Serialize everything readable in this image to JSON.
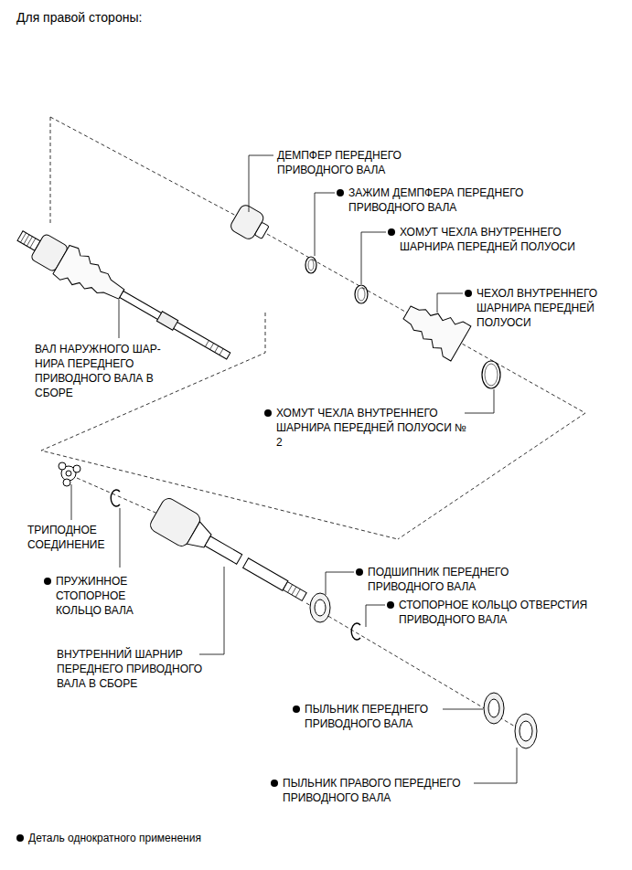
{
  "diagram": {
    "title": "Для правой стороны:",
    "labels": [
      "ДЕМПФЕР ПЕРЕДНЕГО ПРИВОДНОГО ВАЛА",
      "ЗАЖИМ ДЕМПФЕРА ПЕРЕДНЕГО ПРИВОДНОГО ВАЛА",
      "ХОМУТ ЧЕХЛА ВНУТРЕННЕГО ШАРНИРА ПЕРЕДНЕЙ ПОЛУОСИ",
      "ЧЕХОЛ ВНУТРЕННЕГО ШАРНИРА ПЕРЕДНЕЙ ПОЛУОСИ",
      "ВАЛ НАРУЖНОГО ШАР- НИРА ПЕРЕДНЕГО ПРИВОДНОГО ВАЛА В СБОРЕ",
      "ХОМУТ ЧЕХЛА ВНУТРЕННЕГО ШАРНИРА ПЕРЕДНЕЙ ПОЛУОСИ № 2",
      "ТРИПОДНОЕ СОЕДИНЕНИЕ",
      "ПРУЖИННОЕ СТОПОРНОЕ КОЛЬЦО ВАЛА",
      "ВНУТРЕННИЙ ШАРНИР ПЕРЕДНЕГО ПРИВОДНОГО ВАЛА В СБОРЕ",
      "ПОДШИПНИК ПЕРЕДНЕГО ПРИВОДНОГО ВАЛА",
      "СТОПОРНОЕ КОЛЬЦО ОТВЕРСТИЯ ПРИВОДНОГО ВАЛА",
      "ПЫЛЬНИК ПЕРЕДНЕГО ПРИВОДНОГО ВАЛА",
      "ПЫЛЬНИК ПРАВОГО ПЕРЕДНЕГО ПРИВОДНОГО ВАЛА"
    ],
    "legend": [
      {
        "text": "Деталь однократного применения"
      }
    ]
  }
}
